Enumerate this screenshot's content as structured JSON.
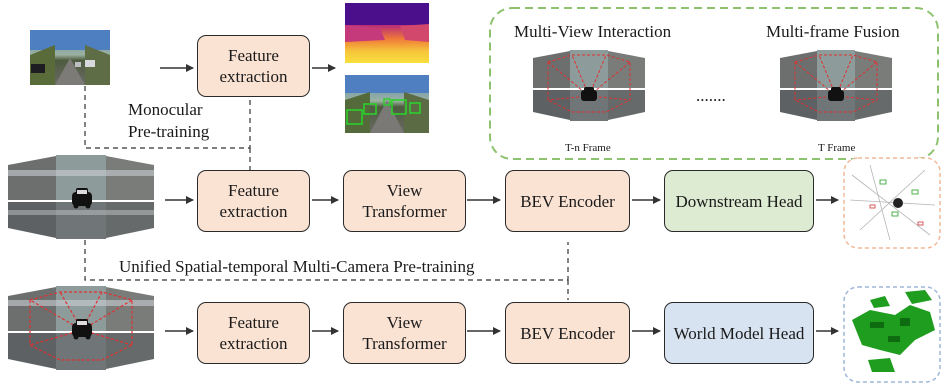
{
  "boxes": {
    "feat_top": "Feature extraction",
    "feat_mid": "Feature extraction",
    "view_mid": "View Transformer",
    "bev_mid": "BEV Encoder",
    "downstream": "Downstream Head",
    "feat_bot": "Feature extraction",
    "view_bot": "View Transformer",
    "bev_bot": "BEV Encoder",
    "world_model": "World Model Head"
  },
  "labels": {
    "monocular": "Monocular",
    "pretraining": "Pre-training",
    "unified": "Unified Spatial-temporal Multi-Camera Pre-training",
    "multi_view": "Multi-View Interaction",
    "multi_frame": "Multi-frame Fusion",
    "ellipsis": ".......",
    "tn_frame": "T-n Frame",
    "t_frame": "T Frame"
  },
  "colors": {
    "peach": "#fbe3d4",
    "green": "#dcebd2",
    "blue": "#d7e3f1",
    "dash_green": "#8dc26f",
    "dash_red": "#e03030",
    "dash_orange": "#f0b89a",
    "dash_blue": "#9fb6d8",
    "depth_yellow": "#f6d33c",
    "depth_purple": "#4b0f8c",
    "occupancy_green": "#1f9d1f"
  }
}
